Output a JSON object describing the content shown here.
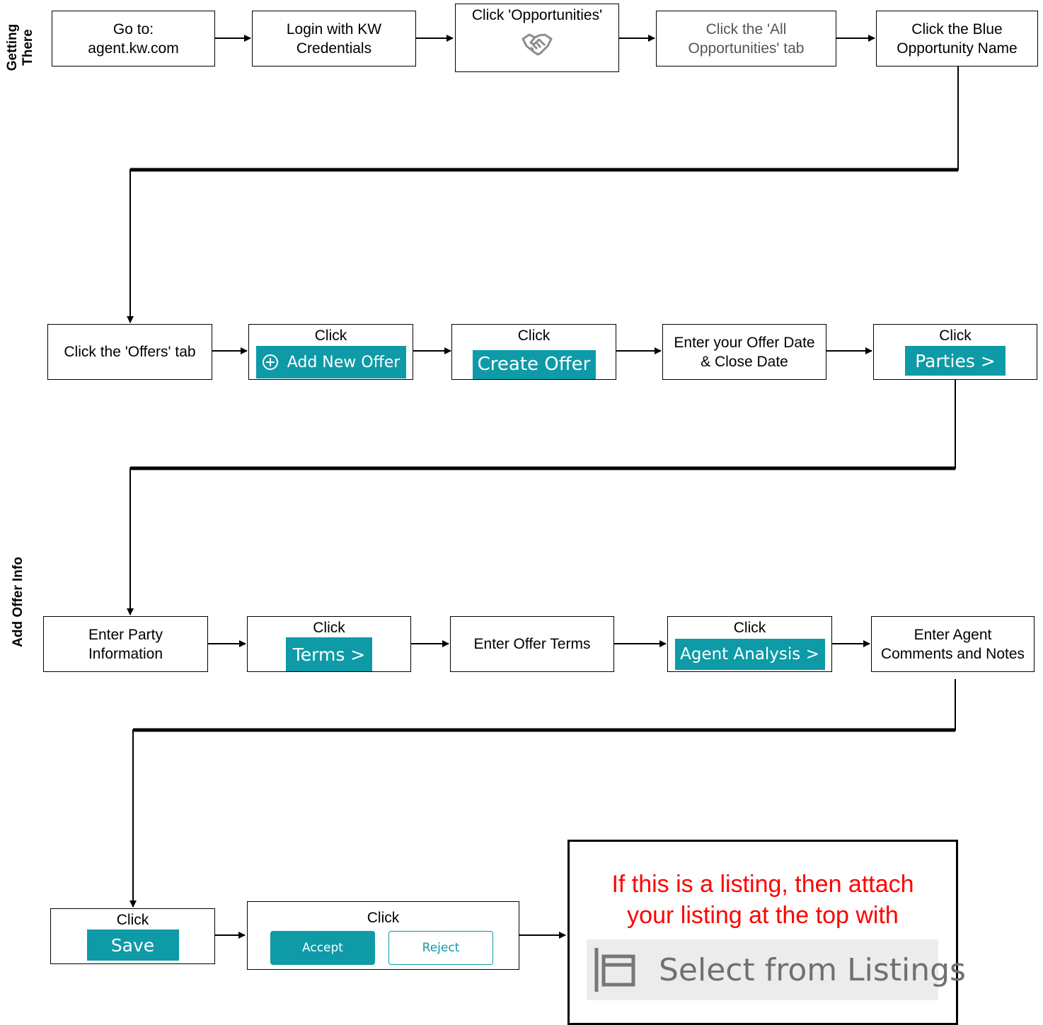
{
  "lanes": {
    "getting_there": "Getting There",
    "add_offer_info": "Add Offer Info"
  },
  "row1": {
    "step1": {
      "line1": "Go to:",
      "line2": "agent.kw.com"
    },
    "step2": {
      "line1": "Login with KW",
      "line2": "Credentials"
    },
    "step3": {
      "label": "Click 'Opportunities'",
      "icon": "handshake-icon"
    },
    "step4": {
      "line1": "Click the 'All",
      "line2": "Opportunities' tab"
    },
    "step5": {
      "line1": "Click the Blue",
      "line2": "Opportunity Name"
    }
  },
  "row2": {
    "step1": {
      "label": "Click the 'Offers' tab"
    },
    "step2": {
      "click": "Click",
      "button": "Add New Offer",
      "icon": "plus-circle-icon"
    },
    "step3": {
      "click": "Click",
      "button": "Create Offer"
    },
    "step4": {
      "line1": "Enter your Offer Date",
      "line2": "& Close Date"
    },
    "step5": {
      "click": "Click",
      "button": "Parties >"
    }
  },
  "row3": {
    "step1": {
      "line1": "Enter Party",
      "line2": "Information"
    },
    "step2": {
      "click": "Click",
      "button": "Terms >"
    },
    "step3": {
      "label": "Enter Offer Terms"
    },
    "step4": {
      "click": "Click",
      "button": "Agent Analysis >"
    },
    "step5": {
      "line1": "Enter Agent",
      "line2": "Comments and Notes"
    }
  },
  "row4": {
    "step1": {
      "click": "Click",
      "button": "Save"
    },
    "step2": {
      "click": "Click",
      "accept": "Accept",
      "reject": "Reject"
    },
    "note": {
      "line1": "If this is a listing, then attach",
      "line2": "your listing at the top with",
      "button": "Select from Listings",
      "icon": "browser-window-icon"
    }
  },
  "colors": {
    "teal": "#0e9aa7",
    "note_red": "#ff0000"
  }
}
